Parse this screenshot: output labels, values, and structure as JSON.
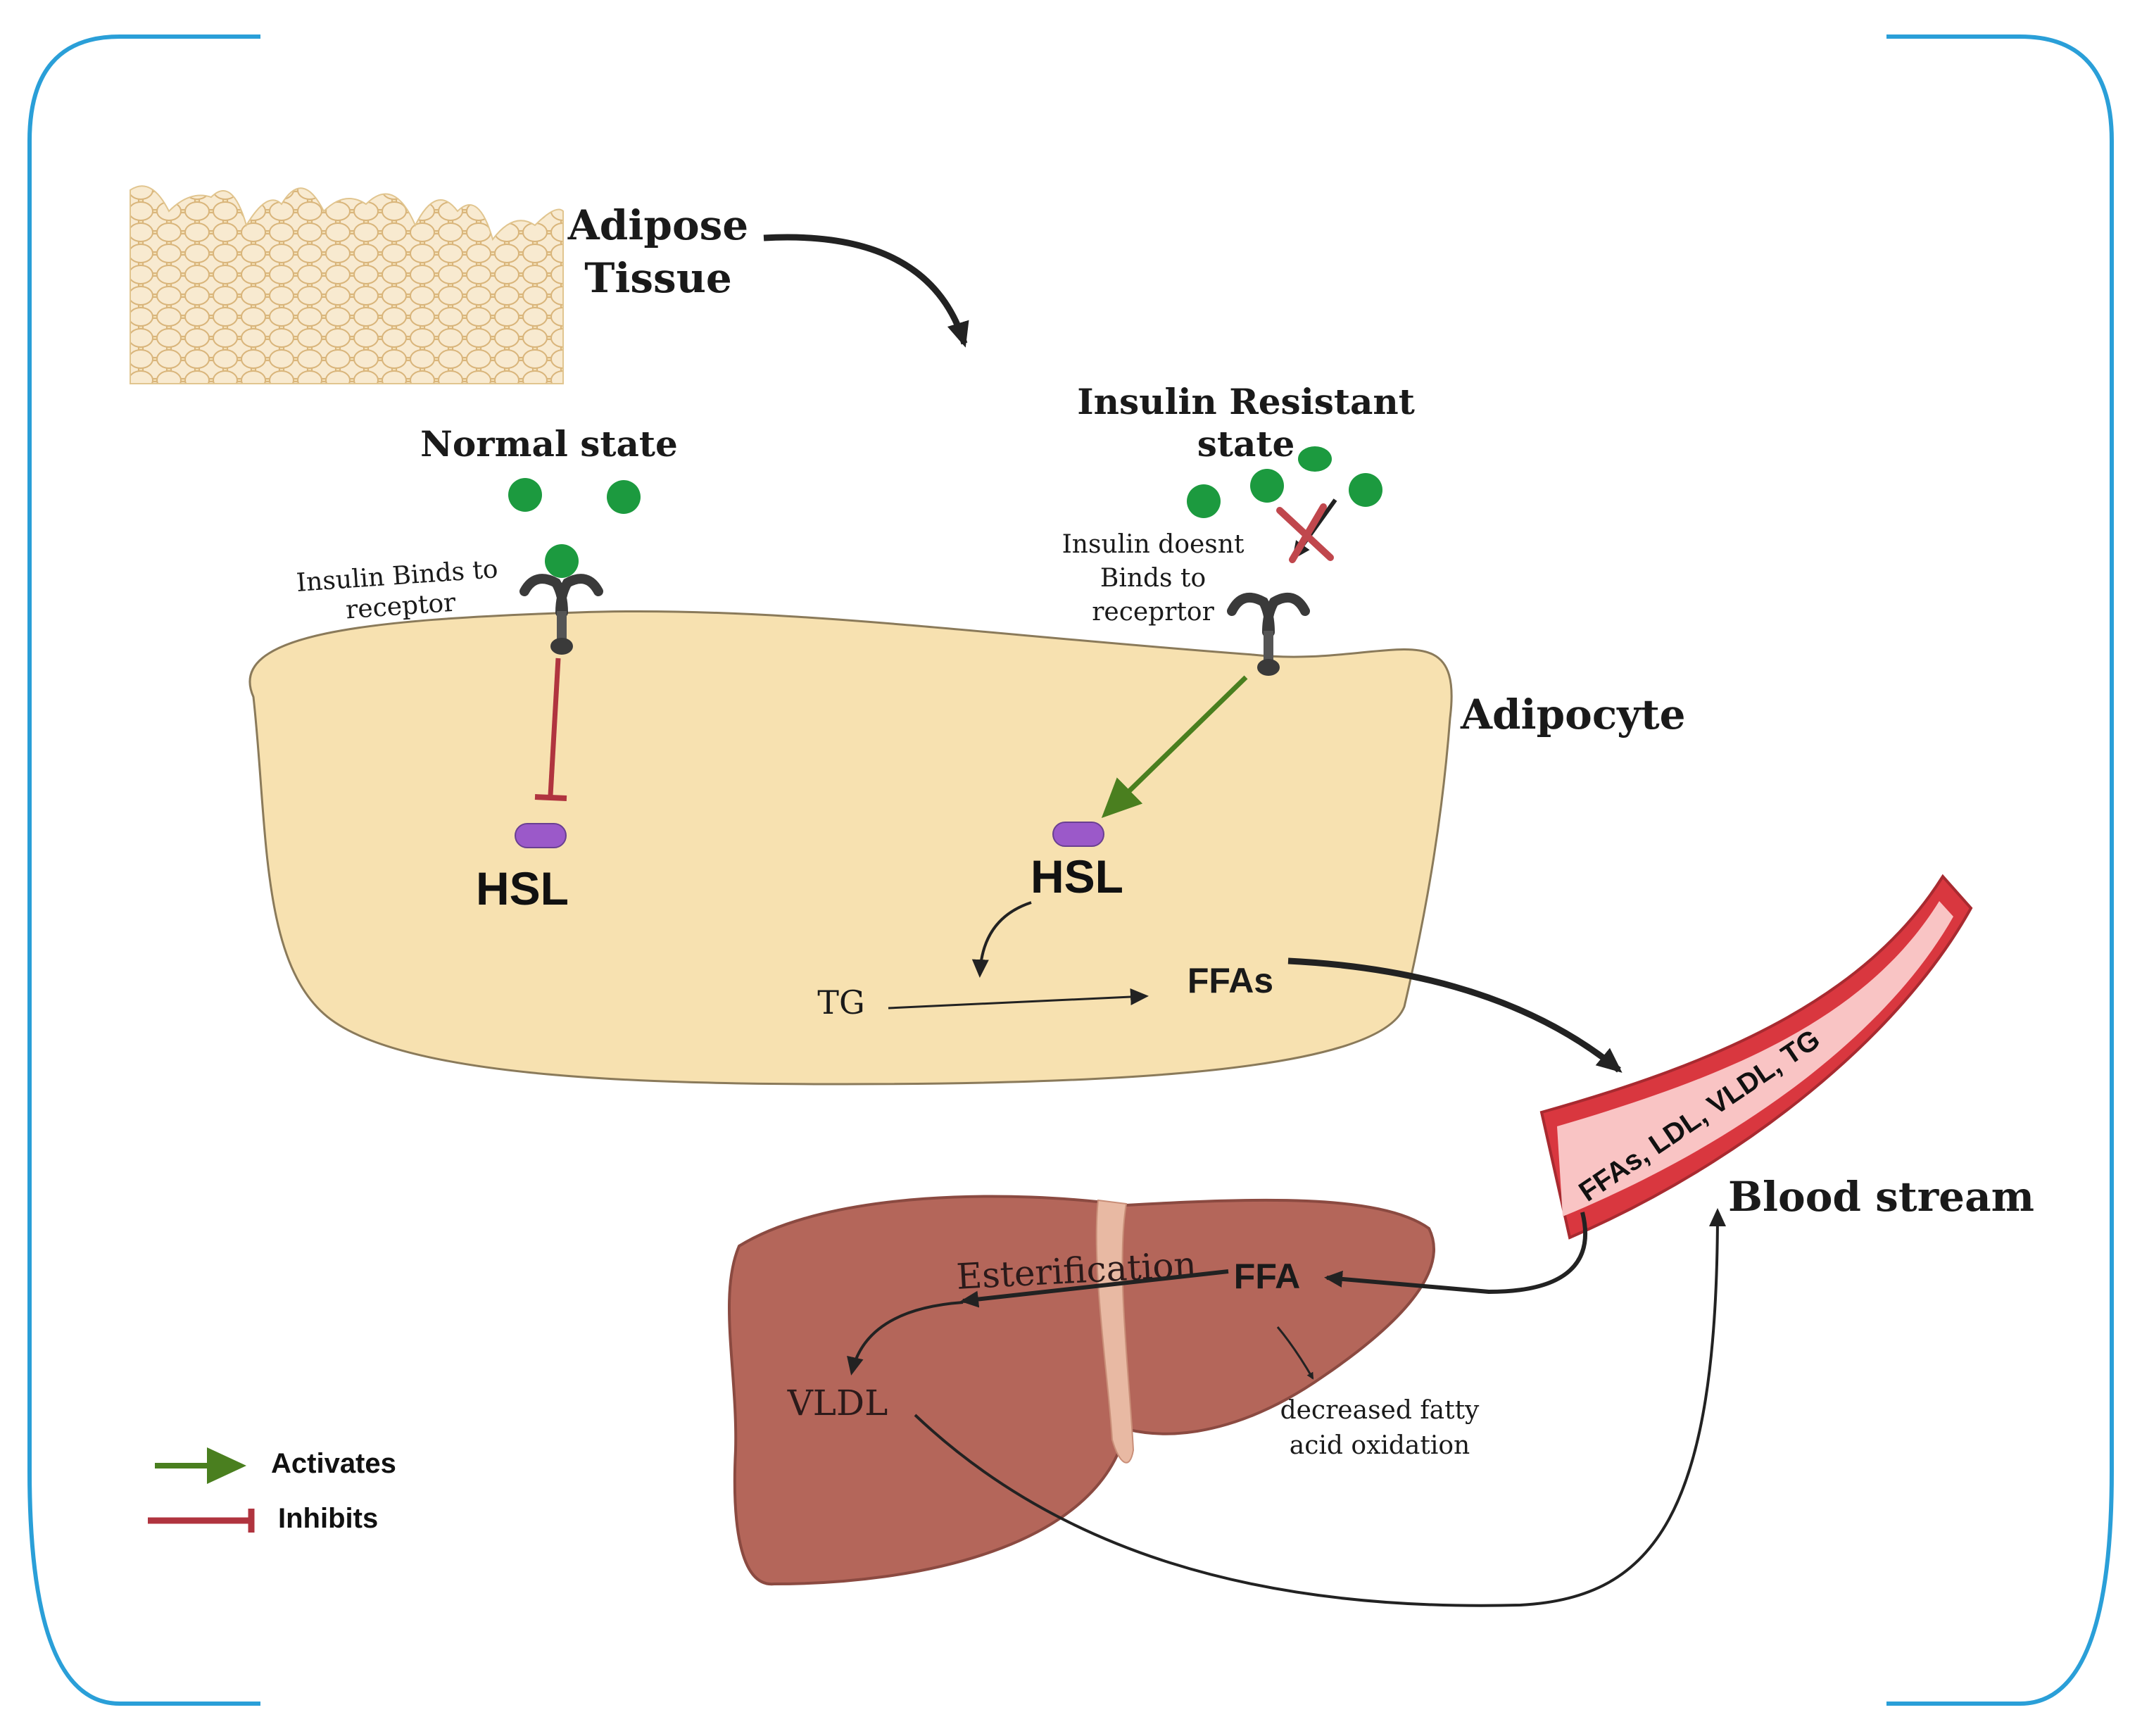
{
  "labels": {
    "adipose_tissue_line1": "Adipose",
    "adipose_tissue_line2": "Tissue",
    "normal_state": "Normal state",
    "insulin_resistant_line1": "Insulin Resistant",
    "insulin_resistant_line2": "state",
    "insulin_binds_line1": "Insulin Binds to",
    "insulin_binds_line2": "receptor",
    "insulin_doesnt_line1": "Insulin doesnt",
    "insulin_doesnt_line2": "Binds to",
    "insulin_doesnt_line3": "receprtor",
    "adipocyte": "Adipocyte",
    "hsl_left": "HSL",
    "hsl_right": "HSL",
    "tg": "TG",
    "ffas": "FFAs",
    "blood_stream": "Blood stream",
    "vessel_text": "FFAs, LDL, VLDL, TG",
    "esterification": "Esterification",
    "ffa": "FFA",
    "vldl": "VLDL",
    "decreased_line1": "decreased fatty",
    "decreased_line2": "acid oxidation"
  },
  "legend": {
    "activates": "Activates",
    "inhibits": "Inhibits"
  },
  "colors": {
    "frame": "#2a9fd8",
    "adipocyte_fill": "#f7e1b0",
    "liver": "#b4665a",
    "vessel": "#d9373f",
    "insulin": "#1c9a3f",
    "activates": "#4a7f1f",
    "inhibits": "#b0343f",
    "hsl": "#9b59c9"
  }
}
